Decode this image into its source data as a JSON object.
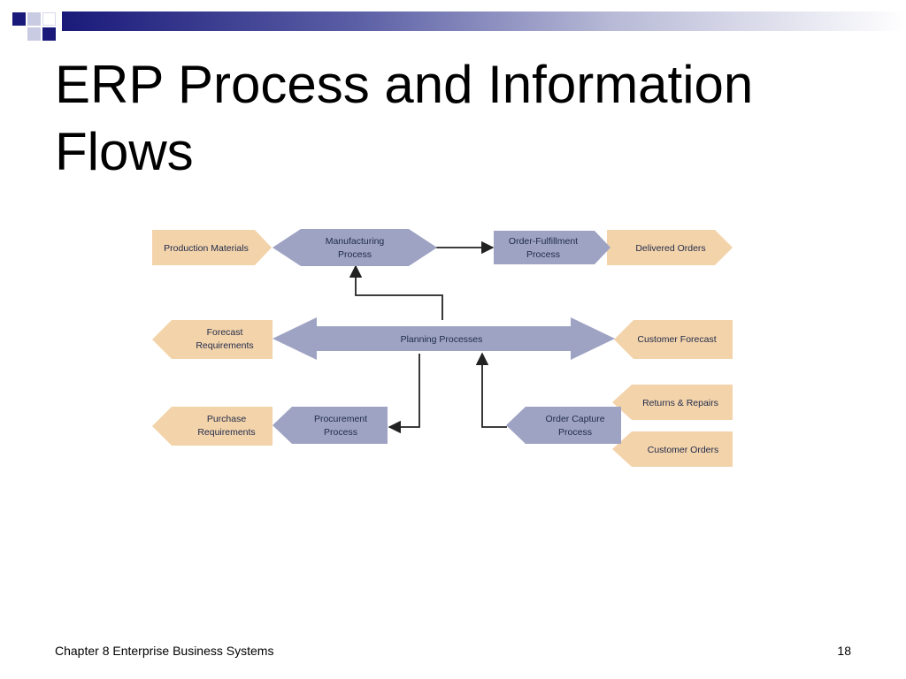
{
  "slide": {
    "title": "ERP Process and Information Flows",
    "footer": "Chapter 8 Enterprise Business Systems",
    "page_number": "18"
  },
  "diagram": {
    "inputs": {
      "production_materials": "Production Materials",
      "delivered_orders": "Delivered Orders",
      "forecast_requirements": [
        "Forecast",
        "Requirements"
      ],
      "customer_forecast": "Customer Forecast",
      "returns_repairs": "Returns & Repairs",
      "customer_orders": "Customer Orders",
      "purchase_requirements": [
        "Purchase",
        "Requirements"
      ]
    },
    "processes": {
      "manufacturing": [
        "Manufacturing",
        "Process"
      ],
      "order_fulfillment": [
        "Order-Fulfillment",
        "Process"
      ],
      "planning": "Planning Processes",
      "procurement": [
        "Procurement",
        "Process"
      ],
      "order_capture": [
        "Order Capture",
        "Process"
      ]
    },
    "colors": {
      "input_arrow": "#f3d3aa",
      "process_arrow": "#9ea3c3",
      "connector": "#222222"
    }
  }
}
